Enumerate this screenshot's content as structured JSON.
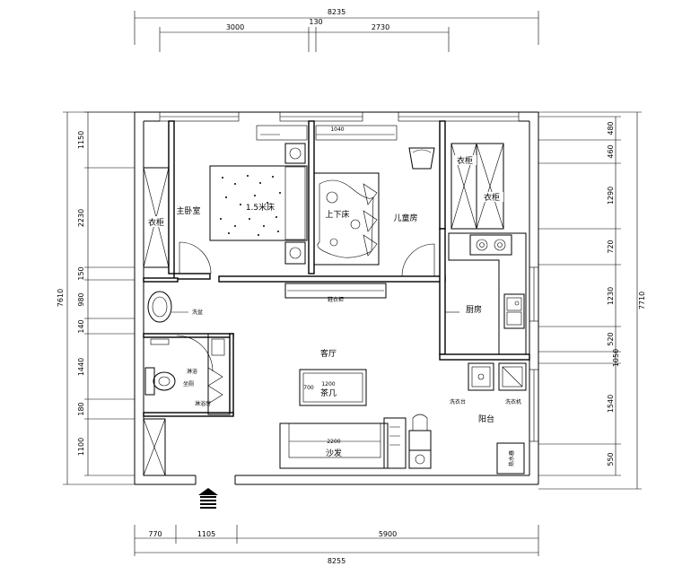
{
  "dimensions": {
    "top_total": "8235",
    "top_left": "3000",
    "top_mid": "130",
    "top_right": "2730",
    "bottom_1": "770",
    "bottom_2": "1105",
    "bottom_3": "5900",
    "bottom_total": "8255",
    "left_total": "7610",
    "left_segments": [
      "1150",
      "2230",
      "150",
      "980",
      "140",
      "1440",
      "180",
      "1100"
    ],
    "right_total": "7710",
    "right_segments": [
      "480",
      "460",
      "1290",
      "720",
      "1230",
      "520",
      "1050",
      "1540",
      "550"
    ],
    "bed_span": "1040",
    "tv_length": "1200",
    "tv_depth": "700",
    "sofa_length": "2200"
  },
  "rooms": {
    "master_bedroom": "主卧室",
    "kids_room": "儿童房",
    "living_room": "客厅",
    "kitchen": "厨房",
    "balcony": "阳台"
  },
  "furniture": {
    "wardrobe_left": "衣柜",
    "wardrobe_right_1": "衣柜",
    "wardrobe_right_2": "衣柜",
    "bed": "1.5米床",
    "bunk_bed": "上下床",
    "shoe_cabinet": "鞋衣柜",
    "basin": "洗盆",
    "toilet": "坐厕",
    "shower": "淋浴",
    "shower_room": "淋浴房",
    "coffee_table": "茶几",
    "sofa": "沙发",
    "laundry_sink": "洗衣台",
    "washer": "洗衣机",
    "water_heater": "热水器"
  },
  "icons": {
    "entrance": "entrance-arrow-icon"
  }
}
